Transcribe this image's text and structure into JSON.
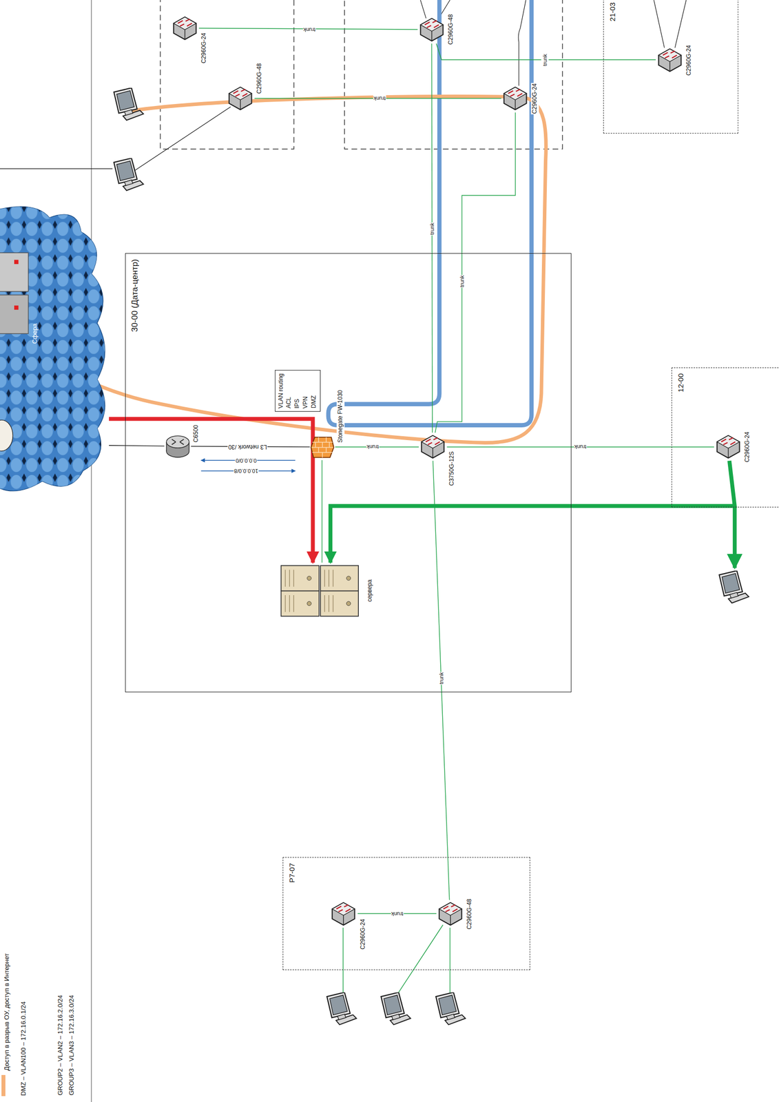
{
  "diagram": {
    "nodes": [
      {
        "text": [
          "30-00 (Дата-центр)"
        ]
      },
      {
        "text": [
          "VLAN routing",
          "ACL",
          "IPS",
          "VPN",
          "DMZ"
        ],
        "in": 0
      },
      {
        "text": [
          "C6500"
        ],
        "in": 0
      },
      {
        "text": [
          "Stonegate FW-1030"
        ],
        "in": 0
      },
      {
        "text": [
          "C3750G-12S"
        ],
        "in": 0
      },
      {
        "text": [
          "сервера"
        ],
        "in": 0
      },
      {
        "text": [
          "12-00"
        ]
      },
      {
        "text": [
          "C2960G-24"
        ],
        "in": 6
      },
      {
        "text": [
          "21-03"
        ]
      },
      {
        "text": [
          "C2960G-24"
        ],
        "in": 8
      },
      {
        "text": [
          "P7-07"
        ]
      },
      {
        "text": [
          "C2960G-24"
        ],
        "in": 10
      },
      {
        "text": [
          "C2960G-48"
        ],
        "in": 10
      },
      {
        "text": [
          "C2960G-24"
        ]
      },
      {
        "text": [
          "C2960G-48"
        ]
      },
      {
        "text": [
          "C2960G-48"
        ]
      },
      {
        "text": [
          "C2960G-24"
        ]
      },
      {
        "text": [
          "Сфера"
        ]
      }
    ],
    "edges": [
      {
        "from": 13,
        "to": 15,
        "label": "trunk",
        "arrow": "none"
      },
      {
        "from": 14,
        "to": 16,
        "label": "trunk",
        "arrow": "none"
      },
      {
        "from": 15,
        "to": 9,
        "label": "trunk",
        "arrow": "none"
      },
      {
        "from": 15,
        "to": 4,
        "label": "trunk",
        "arrow": "none"
      },
      {
        "from": 16,
        "to": 4,
        "label": "trunk",
        "arrow": "none"
      },
      {
        "from": 4,
        "to": 7,
        "label": "trunk",
        "arrow": "none"
      },
      {
        "from": 4,
        "to": 12,
        "label": "trunk",
        "arrow": "none"
      },
      {
        "from": 11,
        "to": 12,
        "label": "trunk",
        "arrow": "none"
      },
      {
        "from": 3,
        "to": 4,
        "label": "trunk",
        "arrow": "none"
      },
      {
        "from": 2,
        "to": 3,
        "label": "L3 network /30",
        "arrow": "none"
      },
      {
        "from": 3,
        "to": 5,
        "arrow": "none"
      },
      {
        "from": 17,
        "to": 2,
        "arrow": "none"
      },
      {
        "from": 17,
        "to": 5,
        "arrow": "to"
      },
      {
        "from": 7,
        "to": 5,
        "arrow": "to"
      }
    ],
    "labels": [
      "0.0.0.0/0",
      "10.0.0.0/8",
      "DMZ – VLAN100 – 172.16.0.1/24",
      "GROUP2 – VLAN2 – 172.16.2.0/24",
      "GROUP3 – VLAN3 – 172.16.3.0/24"
    ],
    "legend": [
      {
        "text": "Доступ в разрыв ОУ, доступ в Интернет",
        "color": "#f5b078"
      }
    ]
  }
}
